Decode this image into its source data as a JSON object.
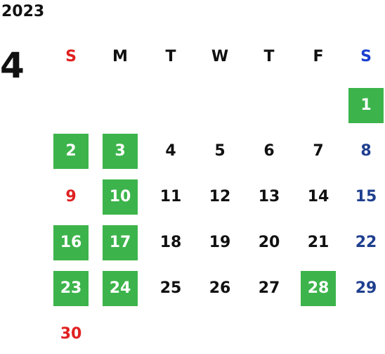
{
  "calendar": {
    "year": "2023",
    "month": "4",
    "weekdays": [
      {
        "label": "S",
        "color": "#e02020"
      },
      {
        "label": "M",
        "color": "#111111"
      },
      {
        "label": "T",
        "color": "#111111"
      },
      {
        "label": "W",
        "color": "#111111"
      },
      {
        "label": "T",
        "color": "#111111"
      },
      {
        "label": "F",
        "color": "#111111"
      },
      {
        "label": "S",
        "color": "#1a3fd1"
      }
    ],
    "first_weekday_index": 6,
    "days": [
      {
        "label": "1",
        "highlight": true
      },
      {
        "label": "2",
        "highlight": true
      },
      {
        "label": "3",
        "highlight": true
      },
      {
        "label": "4",
        "highlight": false
      },
      {
        "label": "5",
        "highlight": false
      },
      {
        "label": "6",
        "highlight": false
      },
      {
        "label": "7",
        "highlight": false
      },
      {
        "label": "8",
        "highlight": false
      },
      {
        "label": "9",
        "highlight": false
      },
      {
        "label": "10",
        "highlight": true
      },
      {
        "label": "11",
        "highlight": false
      },
      {
        "label": "12",
        "highlight": false
      },
      {
        "label": "13",
        "highlight": false
      },
      {
        "label": "14",
        "highlight": false
      },
      {
        "label": "15",
        "highlight": false
      },
      {
        "label": "16",
        "highlight": true
      },
      {
        "label": "17",
        "highlight": true
      },
      {
        "label": "18",
        "highlight": false
      },
      {
        "label": "19",
        "highlight": false
      },
      {
        "label": "20",
        "highlight": false
      },
      {
        "label": "21",
        "highlight": false
      },
      {
        "label": "22",
        "highlight": false
      },
      {
        "label": "23",
        "highlight": true
      },
      {
        "label": "24",
        "highlight": true
      },
      {
        "label": "25",
        "highlight": false
      },
      {
        "label": "26",
        "highlight": false
      },
      {
        "label": "27",
        "highlight": false
      },
      {
        "label": "28",
        "highlight": true
      },
      {
        "label": "29",
        "highlight": false
      },
      {
        "label": "30",
        "highlight": false
      }
    ],
    "colors": {
      "highlight_bg": "#3cb44b",
      "highlight_text": "#ffffff",
      "sunday_text": "#e02020",
      "saturday_text": "#1f3f8f",
      "weekday_text": "#111111"
    }
  }
}
